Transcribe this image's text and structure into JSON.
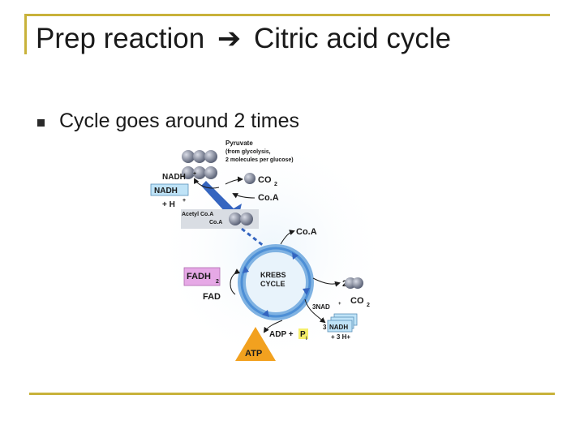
{
  "slide": {
    "title_left": "Prep reaction",
    "title_arrow": "➔",
    "title_right": "Citric acid cycle",
    "bullet": "Cycle goes around 2 times"
  },
  "diagram": {
    "pyruvate": "Pyruvate",
    "pyruvate_note1": "(from glycolysis,",
    "pyruvate_note2": "2 molecules per glucose)",
    "nadh_plus": "NADH",
    "nadh_box": "NADH",
    "h_plus": "+ H",
    "co2_top": "CO",
    "coa_top": "Co.A",
    "acetyl": "Acetyl Co.A",
    "acetyl_coa": "Co.A",
    "coa_right": "Co.A",
    "krebs1": "KREBS",
    "krebs2": "CYCLE",
    "fadh2": "FADH",
    "fad": "FAD",
    "two": "2",
    "co2_right": "CO",
    "nad": "3NAD",
    "three": "3",
    "nadh_stack": "NADH",
    "h3": "+ 3 H+",
    "adp": "ADP +",
    "pi": "P",
    "atp": "ATP",
    "colors": {
      "accent_line": "#c8b23a",
      "cycle_blue": "#4d8fd6",
      "arrow_blue": "#3565c0",
      "nadh_fill": "#bfe3f7",
      "fadh_fill": "#e6a8e6",
      "atp_fill": "#f2a11f",
      "pi_fill": "#f4ee6b"
    }
  }
}
